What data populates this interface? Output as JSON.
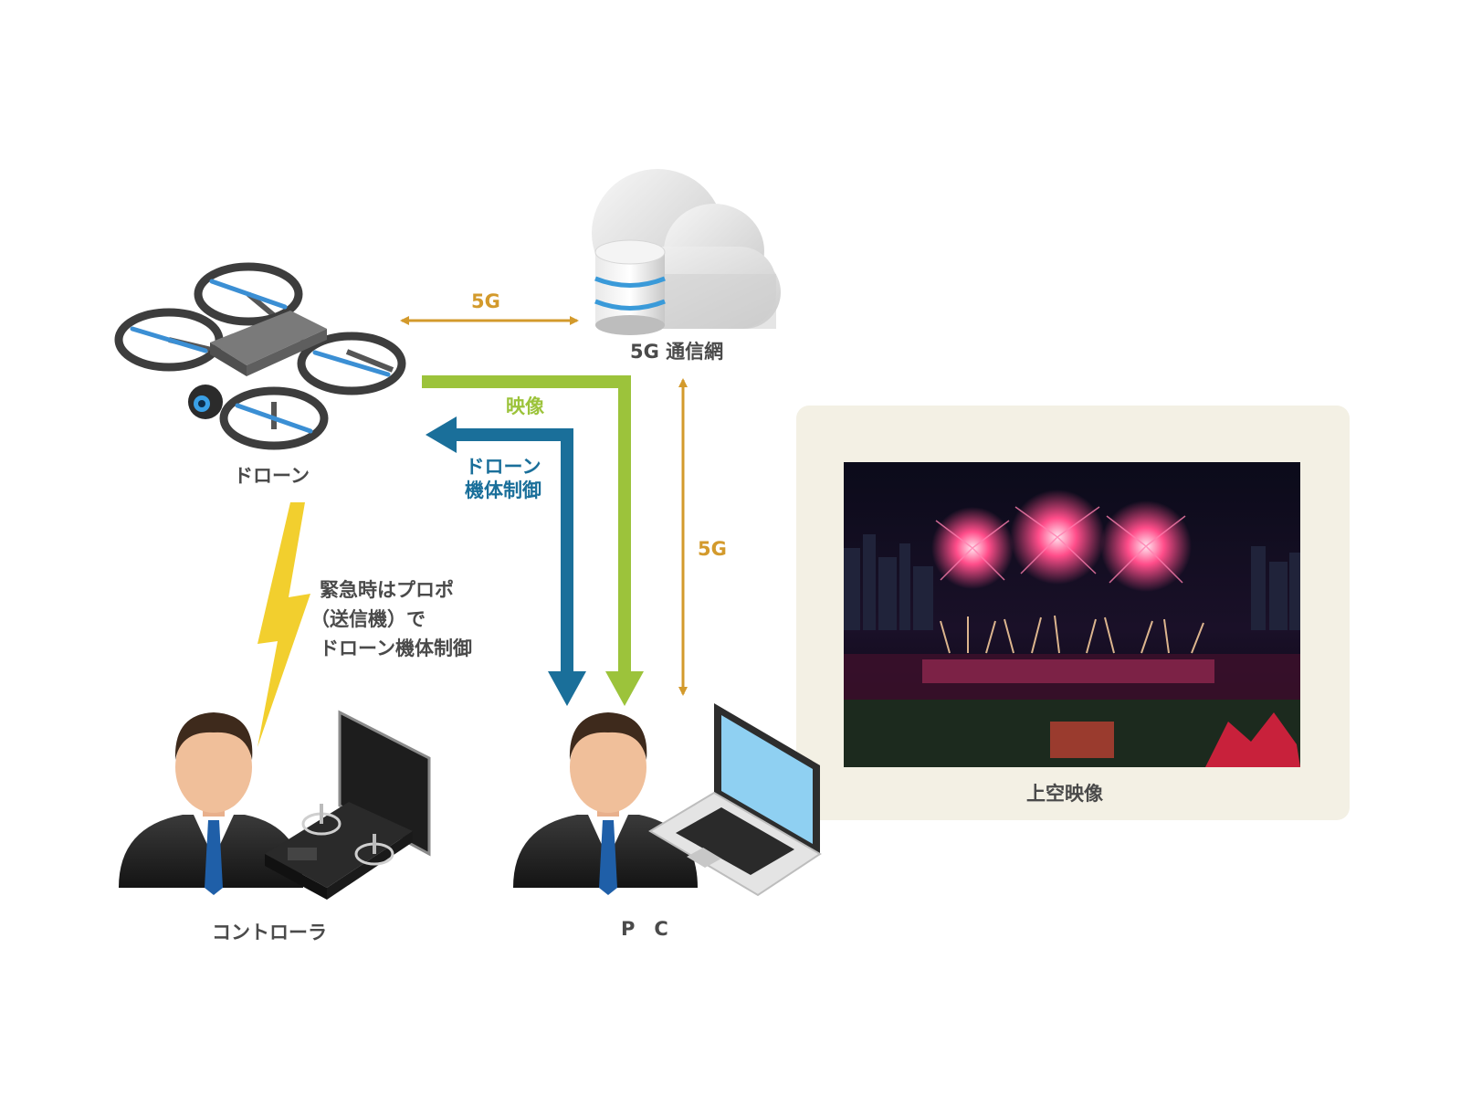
{
  "nodes": {
    "drone": "ドローン",
    "network": "5G 通信網",
    "controller": "コントローラ",
    "pc": "P　C"
  },
  "edges": {
    "drone_network": "5G",
    "video": "映像",
    "control_line1": "ドローン",
    "control_line2": "機体制御",
    "pc_network": "5G"
  },
  "emergency_note": {
    "line1": "緊急時はプロポ",
    "line2": "（送信機）で",
    "line3": "ドローン機体制御"
  },
  "panel": {
    "caption": "上空映像"
  },
  "colors": {
    "fiveg": "#d39a2c",
    "video": "#9cc33b",
    "control": "#1a6f9a",
    "lightning": "#f2cf2e",
    "panel_bg": "#f3f0e4",
    "text": "#4a4a4a"
  },
  "icons": [
    "drone-icon",
    "cloud-icon",
    "database-icon",
    "person-icon",
    "remote-controller-icon",
    "laptop-icon",
    "lightning-icon",
    "fireworks-photo"
  ]
}
